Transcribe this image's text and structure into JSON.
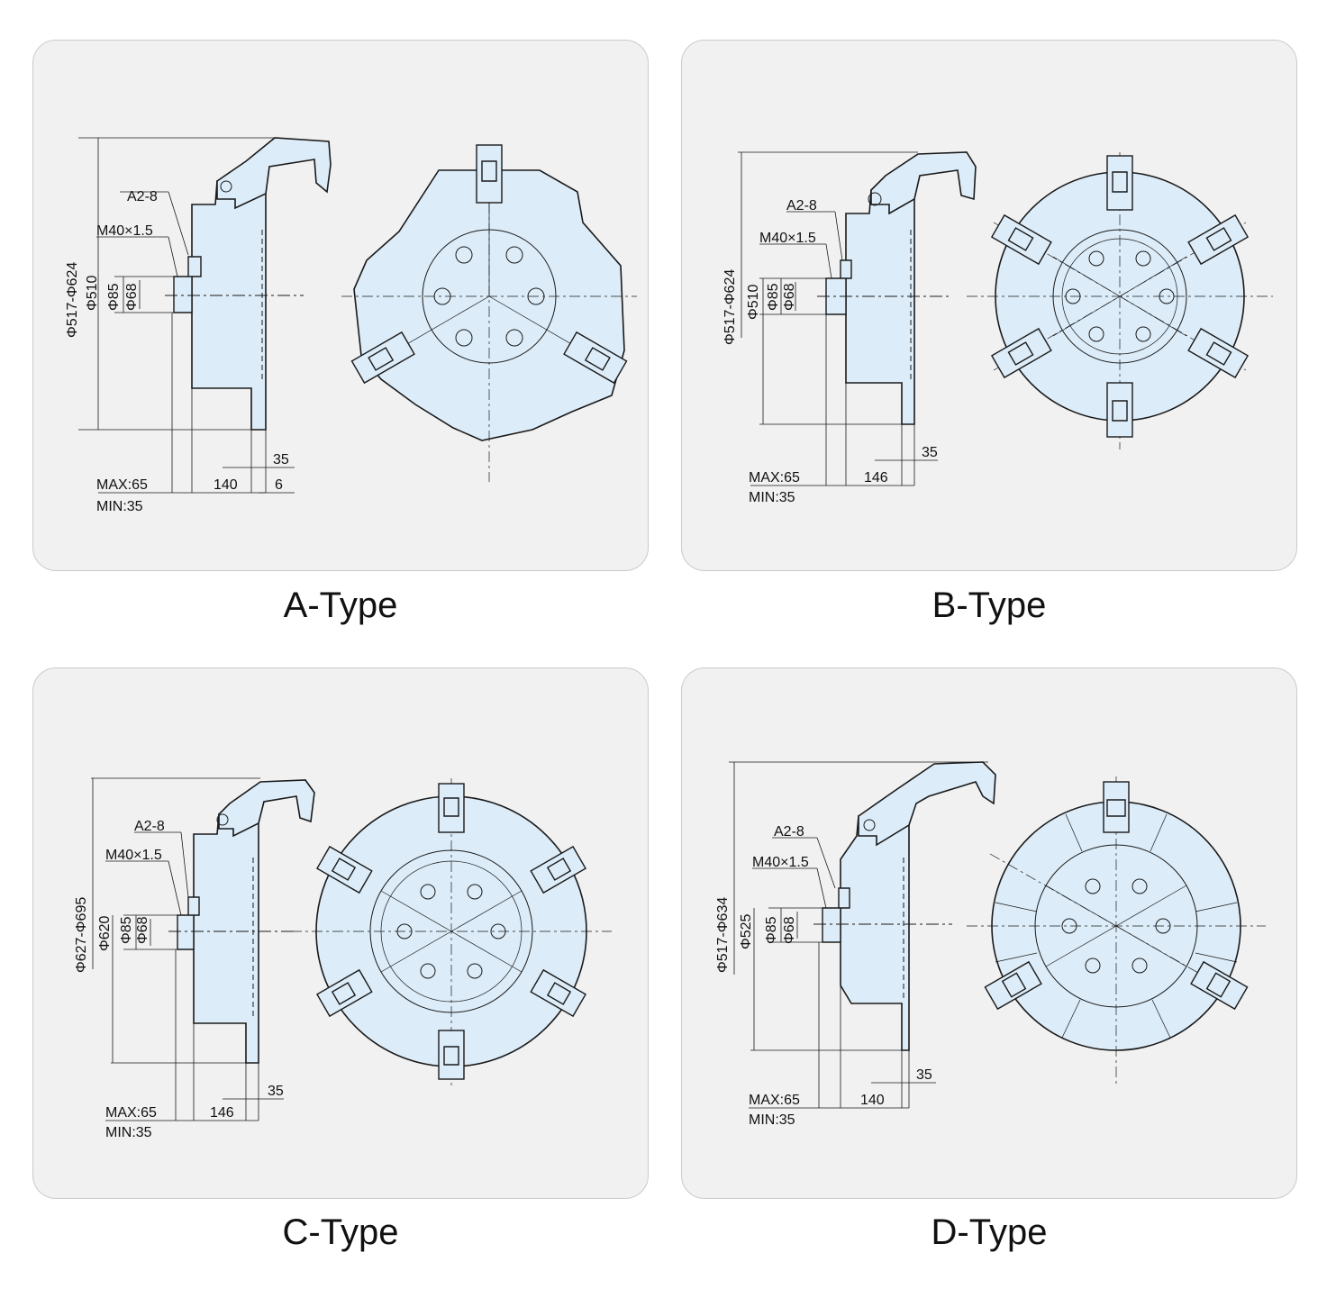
{
  "colors": {
    "panel": "#f0f1f0",
    "part_fill": "#dcecf8",
    "line": "#1a1a1a"
  },
  "drawings": [
    {
      "caption": "A-Type",
      "jaw_style": "curved-three",
      "labels": {
        "thread_a": "A2-8",
        "thread_m": "M40×1.5",
        "dia_outer": "Φ517-Φ624",
        "dia_body": "Φ510",
        "dia_85": "Φ85",
        "dia_68": "Φ68",
        "stroke_max": "MAX:65",
        "stroke_min": "MIN:35",
        "width": "140",
        "offset": "35",
        "thickness": "6"
      }
    },
    {
      "caption": "B-Type",
      "jaw_style": "round-six",
      "labels": {
        "thread_a": "A2-8",
        "thread_m": "M40×1.5",
        "dia_outer": "Φ517-Φ624",
        "dia_body": "Φ510",
        "dia_85": "Φ85",
        "dia_68": "Φ68",
        "stroke_max": "MAX:65",
        "stroke_min": "MIN:35",
        "width": "146",
        "offset": "35"
      }
    },
    {
      "caption": "C-Type",
      "jaw_style": "round-six",
      "labels": {
        "thread_a": "A2-8",
        "thread_m": "M40×1.5",
        "dia_outer": "Φ627-Φ695",
        "dia_body": "Φ620",
        "dia_85": "Φ85",
        "dia_68": "Φ68",
        "stroke_max": "MAX:65",
        "stroke_min": "MIN:35",
        "width": "146",
        "offset": "35"
      }
    },
    {
      "caption": "D-Type",
      "jaw_style": "segmented-three",
      "labels": {
        "thread_a": "A2-8",
        "thread_m": "M40×1.5",
        "dia_outer": "Φ517-Φ634",
        "dia_body": "Φ525",
        "dia_85": "Φ85",
        "dia_68": "Φ68",
        "stroke_max": "MAX:65",
        "stroke_min": "MIN:35",
        "width": "140",
        "offset": "35"
      }
    }
  ]
}
